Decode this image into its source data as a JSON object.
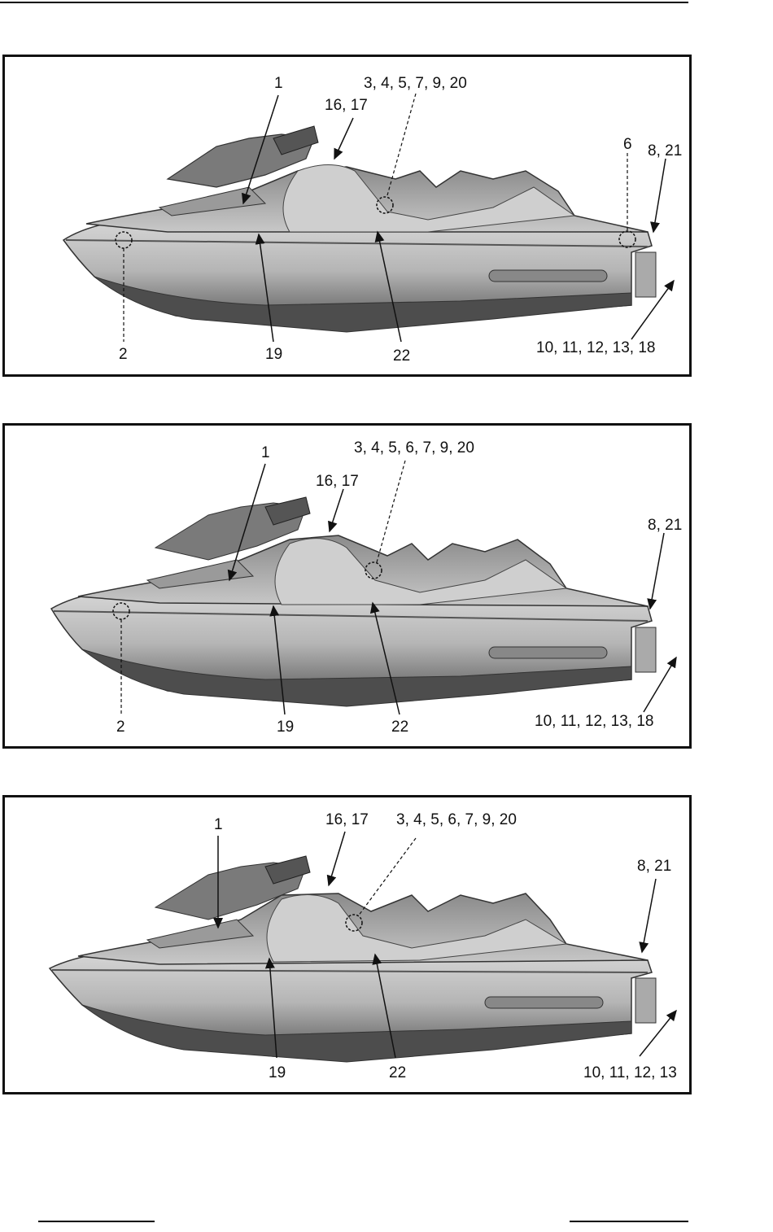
{
  "panels": [
    {
      "callouts": [
        "1",
        "3, 4, 5, 7, 9, 20",
        "16, 17",
        "6",
        "8, 21",
        "2",
        "19",
        "22",
        "10, 11, 12, 13, 18"
      ]
    },
    {
      "callouts": [
        "1",
        "3, 4, 5, 6, 7, 9, 20",
        "16, 17",
        "8, 21",
        "2",
        "19",
        "22",
        "10, 11, 12, 13, 18"
      ]
    },
    {
      "callouts": [
        "1",
        "16, 17",
        "3, 4, 5, 6, 7, 9, 20",
        "8, 21",
        "19",
        "22",
        "10, 11, 12, 13"
      ]
    }
  ]
}
